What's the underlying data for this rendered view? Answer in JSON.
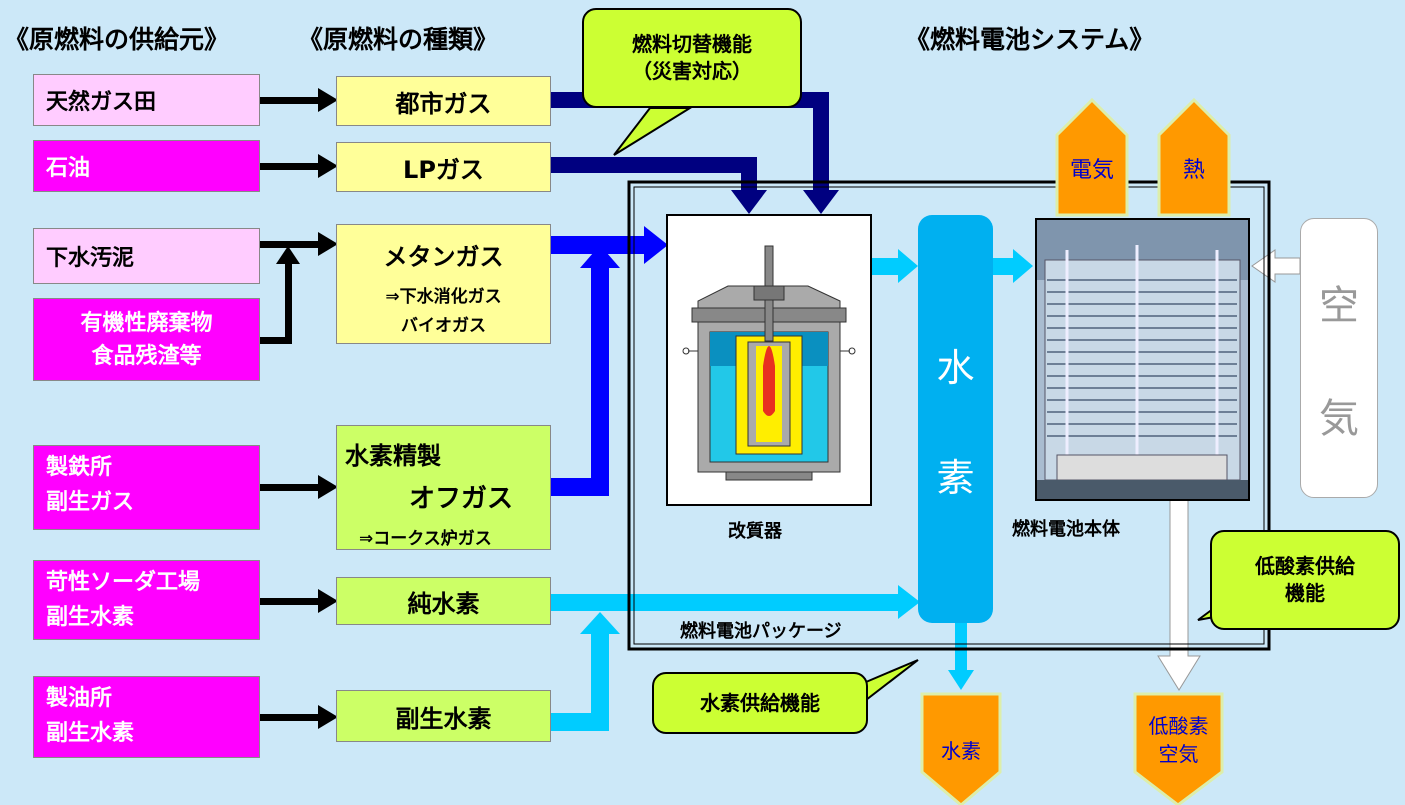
{
  "headers": {
    "supply_source": "《原燃料の供給元》",
    "fuel_type": "《原燃料の種類》",
    "fc_system": "《燃料電池システム》"
  },
  "sources": [
    "天然ガス田",
    "石油",
    "下水汚泥",
    "有機性廃棄物\n食品残渣等",
    "製鉄所\n副生ガス",
    "苛性ソーダ工場\n副生水素",
    "製油所\n副生水素"
  ],
  "fuels": {
    "city_gas": "都市ガス",
    "lp_gas": "LPガス",
    "methane": "メタンガス",
    "methane_sub1": "⇒下水消化ガス",
    "methane_sub2": "バイオガス",
    "hydrogen_refine": "水素精製",
    "offgas": "オフガス",
    "coke_gas": "⇒コークス炉ガス",
    "pure_h2": "純水素",
    "byproduct_h2": "副生水素"
  },
  "callouts": {
    "switching": "燃料切替機能\n（災害対応）",
    "h2_supply": "水素供給機能",
    "low_o2": "低酸素供給\n機能"
  },
  "system": {
    "reformer_label": "改質器",
    "hydrogen_col_1": "水",
    "hydrogen_col_2": "素",
    "stack_label": "燃料電池本体",
    "package_label": "燃料電池パッケージ",
    "air_1": "空",
    "air_2": "気"
  },
  "outputs": {
    "electricity": "電気",
    "heat": "熱",
    "hydrogen": "水素",
    "low_o2_air_1": "低酸素",
    "low_o2_air_2": "空気"
  },
  "colors": {
    "background": "#cce8f8",
    "dark_blue_arrow": "#000080",
    "blue_arrow": "#0000ff",
    "light_blue_arrow": "#00ccff",
    "orange_pentagon": "#ff9900",
    "magenta": "#ff00ff"
  }
}
